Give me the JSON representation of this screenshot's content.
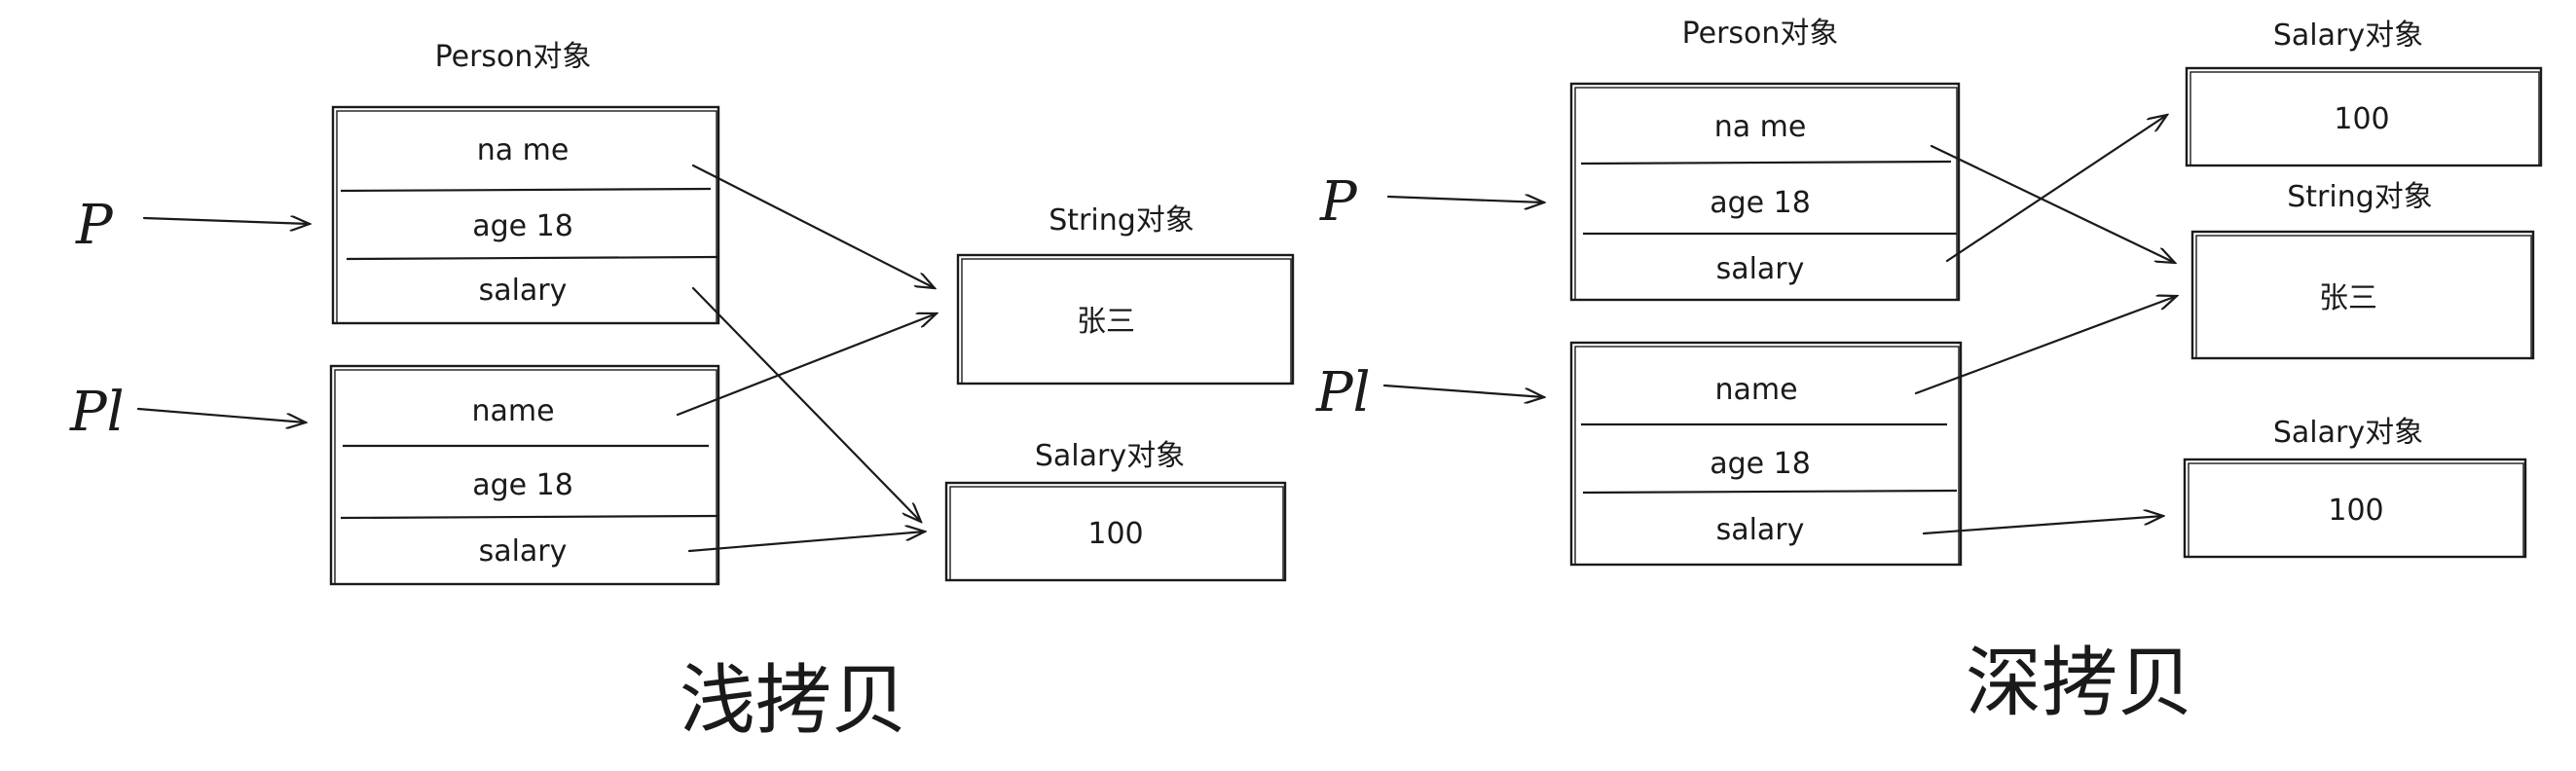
{
  "shallow": {
    "caption": "浅拷贝",
    "person_title": "Person对象",
    "var_p": "P",
    "var_p1": "Pl",
    "p_fields": [
      "na me",
      "age 18",
      "salary"
    ],
    "p1_fields": [
      "name",
      "age 18",
      "salary"
    ],
    "string_title": "String对象",
    "string_value": "张三",
    "salary_title": "Salary对象",
    "salary_value": "100"
  },
  "deep": {
    "caption": "深拷贝",
    "person_title": "Person对象",
    "var_p": "P",
    "var_p1": "Pl",
    "p_fields": [
      "na me",
      "age 18",
      "salary"
    ],
    "p1_fields": [
      "name",
      "age 18",
      "salary"
    ],
    "salary_top_title": "Salary对象",
    "salary_top_value": "100",
    "string_title": "String对象",
    "string_value": "张三",
    "salary_bottom_title": "Salary对象",
    "salary_bottom_value": "100"
  }
}
